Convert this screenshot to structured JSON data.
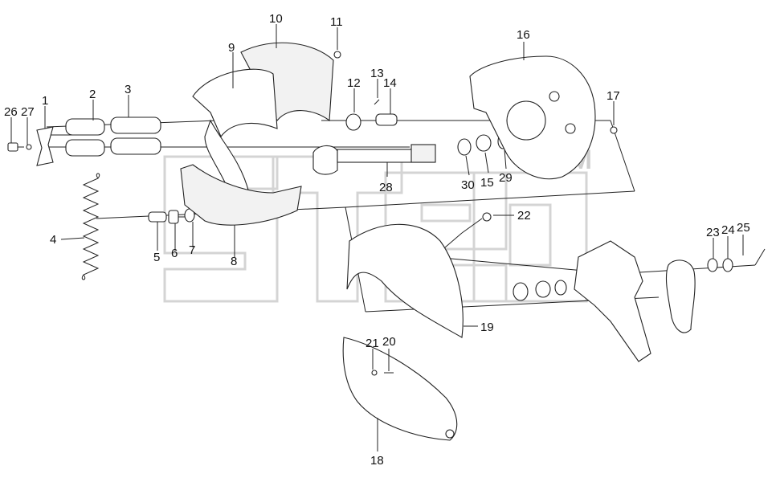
{
  "diagram": {
    "watermark": {
      "tm": "TM"
    },
    "callouts": [
      {
        "id": "c1",
        "text": "1"
      },
      {
        "id": "c2",
        "text": "2"
      },
      {
        "id": "c3",
        "text": "3"
      },
      {
        "id": "c4",
        "text": "4"
      },
      {
        "id": "c5",
        "text": "5"
      },
      {
        "id": "c6",
        "text": "6"
      },
      {
        "id": "c7",
        "text": "7"
      },
      {
        "id": "c8",
        "text": "8"
      },
      {
        "id": "c9",
        "text": "9"
      },
      {
        "id": "c10",
        "text": "10"
      },
      {
        "id": "c11",
        "text": "11"
      },
      {
        "id": "c12",
        "text": "12"
      },
      {
        "id": "c13",
        "text": "13"
      },
      {
        "id": "c14",
        "text": "14"
      },
      {
        "id": "c15",
        "text": "15"
      },
      {
        "id": "c16",
        "text": "16"
      },
      {
        "id": "c17",
        "text": "17"
      },
      {
        "id": "c18",
        "text": "18"
      },
      {
        "id": "c19",
        "text": "19"
      },
      {
        "id": "c20",
        "text": "20"
      },
      {
        "id": "c21",
        "text": "21"
      },
      {
        "id": "c22",
        "text": "22"
      },
      {
        "id": "c23",
        "text": "23"
      },
      {
        "id": "c24",
        "text": "24"
      },
      {
        "id": "c25",
        "text": "25"
      },
      {
        "id": "c26",
        "text": "26"
      },
      {
        "id": "c27",
        "text": "27"
      },
      {
        "id": "c28",
        "text": "28"
      },
      {
        "id": "c29",
        "text": "29"
      },
      {
        "id": "c30",
        "text": "30"
      }
    ]
  }
}
